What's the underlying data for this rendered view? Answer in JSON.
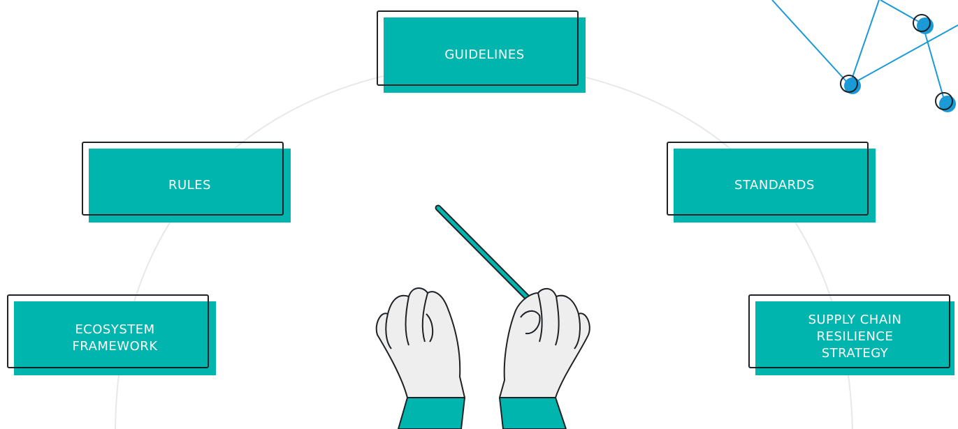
{
  "colors": {
    "accent": "#00b5ad",
    "outline": "#1e2125",
    "arc": "#e6e6e6",
    "hand": "#eeeeee",
    "node": "#1a9ad6"
  },
  "cards": {
    "guidelines": "GUIDELINES",
    "rules": "RULES",
    "standards": "STANDARDS",
    "ecosystem": "ECOSYSTEM\nFRAMEWORK",
    "supply_chain": "SUPPLY CHAIN\nRESILIENCE\nSTRATEGY"
  },
  "icons": {
    "baton": "baton-icon",
    "hands": "conductor-hands-icon",
    "network": "network-nodes-icon"
  }
}
